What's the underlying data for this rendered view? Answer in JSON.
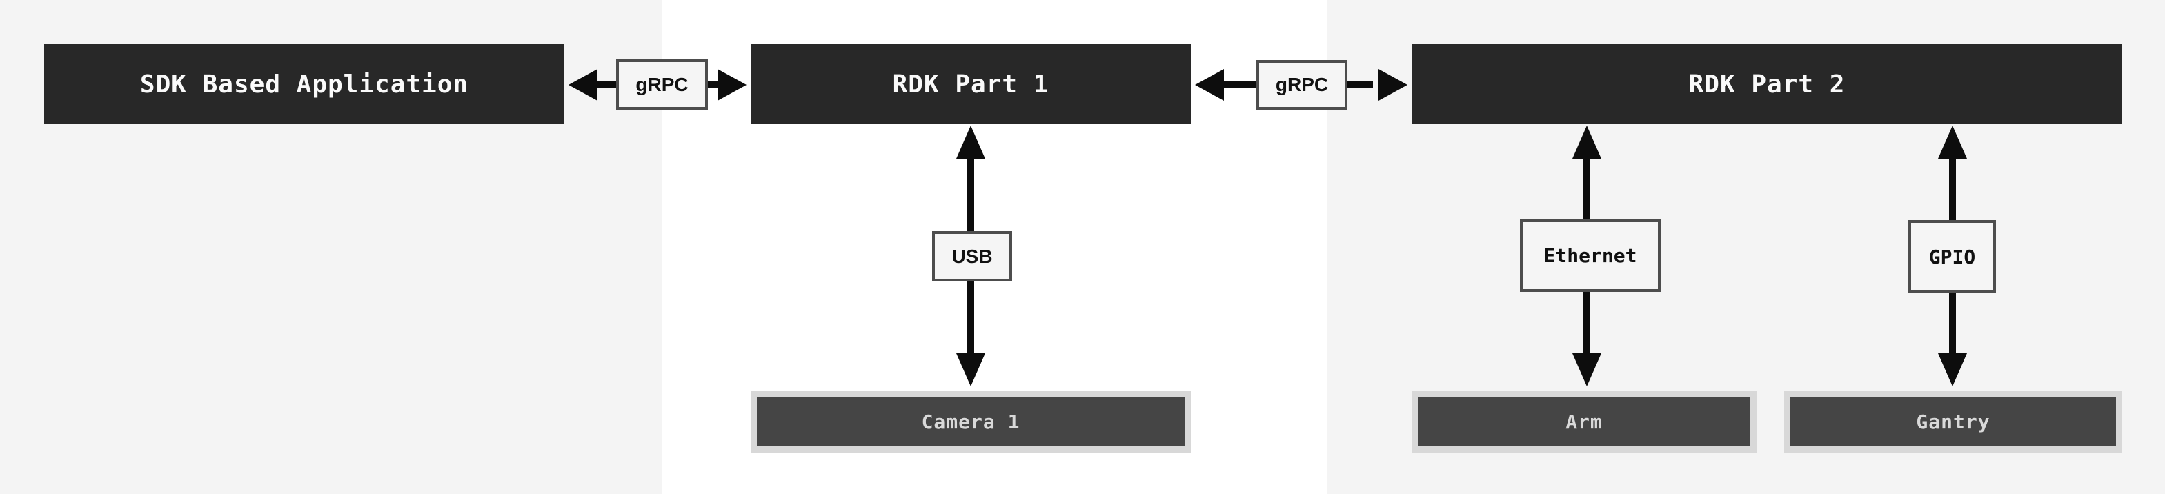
{
  "colors": {
    "background_side": "#f4f4f4",
    "background_center": "#ffffff",
    "node_fill": "#282828",
    "node_text": "#fafafa",
    "peripheral_frame": "#d8d8d8",
    "peripheral_fill": "#454545",
    "peripheral_text": "#d9d9d9",
    "label_fill": "#f5f5f5",
    "label_border": "#4d4d4d",
    "label_text": "#111111",
    "arrow": "#0d0d0d"
  },
  "diagram": {
    "nodes": [
      {
        "id": "sdk-based-application",
        "label": "SDK Based Application",
        "kind": "application"
      },
      {
        "id": "rdk-part-1",
        "label": "RDK Part 1",
        "kind": "rdk"
      },
      {
        "id": "rdk-part-2",
        "label": "RDK Part 2",
        "kind": "rdk"
      },
      {
        "id": "camera-1",
        "label": "Camera 1",
        "kind": "peripheral"
      },
      {
        "id": "arm",
        "label": "Arm",
        "kind": "peripheral"
      },
      {
        "id": "gantry",
        "label": "Gantry",
        "kind": "peripheral"
      }
    ],
    "connections": [
      {
        "from": "sdk-based-application",
        "to": "rdk-part-1",
        "label": "gRPC",
        "bidirectional": true
      },
      {
        "from": "rdk-part-1",
        "to": "rdk-part-2",
        "label": "gRPC",
        "bidirectional": true
      },
      {
        "from": "rdk-part-1",
        "to": "camera-1",
        "label": "USB",
        "bidirectional": true
      },
      {
        "from": "rdk-part-2",
        "to": "arm",
        "label": "Ethernet",
        "bidirectional": true
      },
      {
        "from": "rdk-part-2",
        "to": "gantry",
        "label": "GPIO",
        "bidirectional": true
      }
    ]
  }
}
